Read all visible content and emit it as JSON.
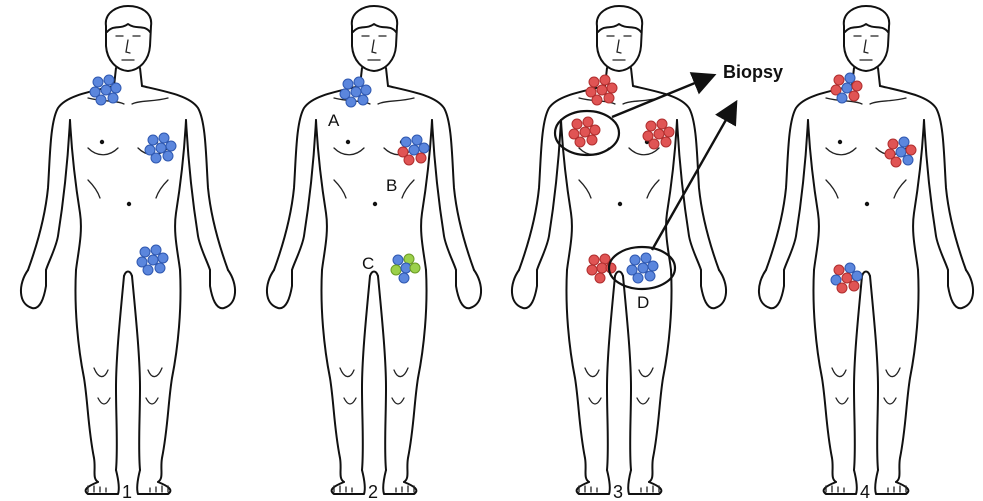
{
  "figures": [
    {
      "number": "1",
      "labels": []
    },
    {
      "number": "2",
      "labels": [
        "A",
        "B",
        "C"
      ]
    },
    {
      "number": "3",
      "labels": [
        "D"
      ]
    },
    {
      "number": "4",
      "labels": []
    }
  ],
  "annotation": {
    "text": "Biopsy"
  },
  "colors": {
    "blue": "#5b86dd",
    "red": "#e05454",
    "green": "#9bd04a",
    "outline": "#111111"
  }
}
